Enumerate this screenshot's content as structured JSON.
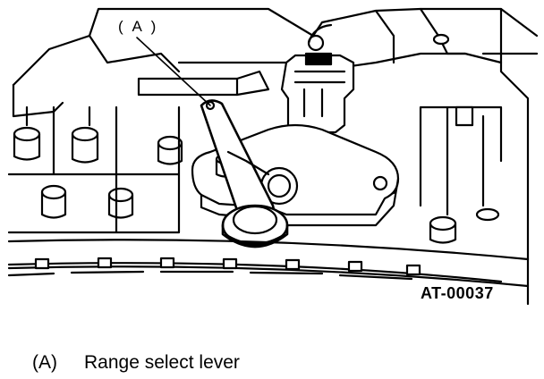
{
  "figure": {
    "callout_label": "( A )",
    "figure_code": "AT-00037",
    "legend": [
      {
        "key": "(A)",
        "text": "Range select lever"
      }
    ]
  }
}
